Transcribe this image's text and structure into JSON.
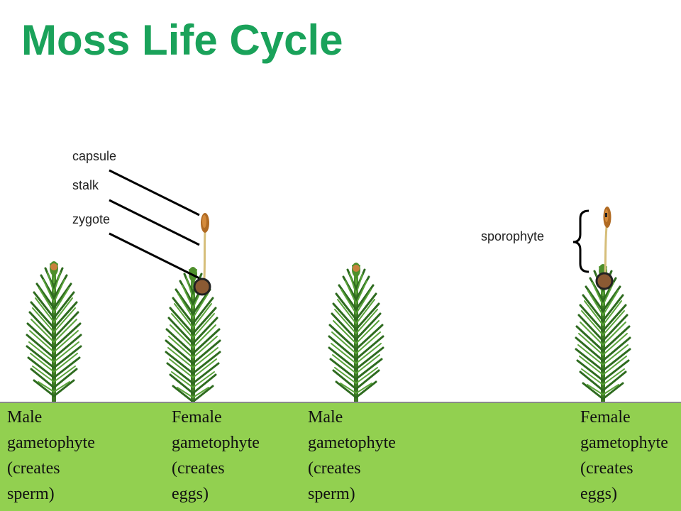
{
  "title": "Moss Life Cycle",
  "colors": {
    "title": "#1aa25a",
    "bar": "#92d050",
    "zygote": "#8b5a33",
    "leaf_dark": "#2e6b1f",
    "leaf_light": "#5aa33a"
  },
  "labels": {
    "capsule": "capsule",
    "stalk": "stalk",
    "zygote": "zygote",
    "sporophyte": "sporophyte"
  },
  "plants": [
    {
      "lines": [
        "Male",
        "gametophyte",
        "(creates",
        "sperm)"
      ]
    },
    {
      "lines": [
        "Female",
        "gametophyte",
        "(creates",
        "eggs)"
      ]
    },
    {
      "lines": [
        "Male",
        "gametophyte",
        "(creates",
        "sperm)"
      ]
    },
    {
      "lines": [
        "Female",
        "gametophyte",
        "(creates",
        "eggs)"
      ]
    }
  ]
}
